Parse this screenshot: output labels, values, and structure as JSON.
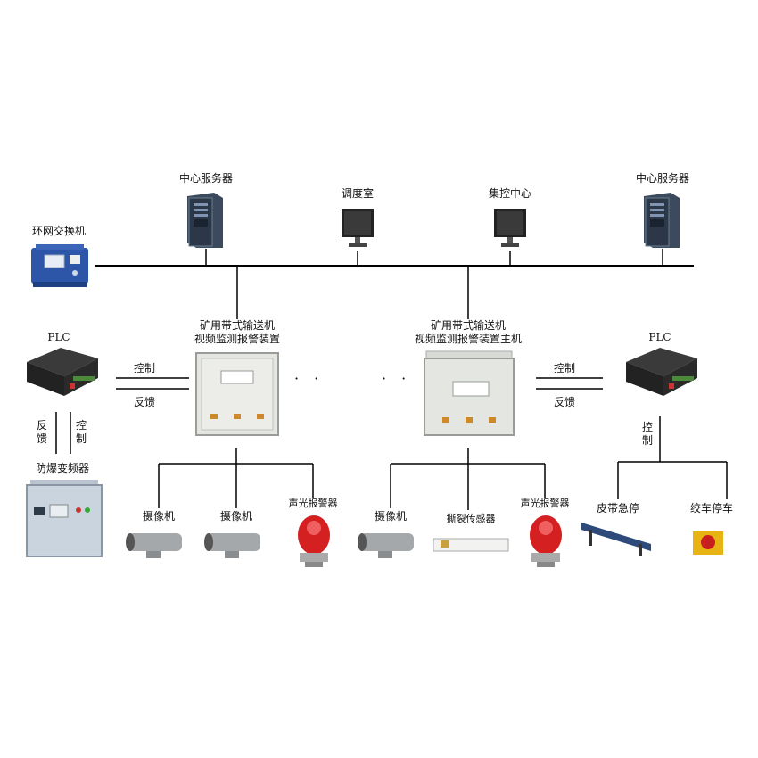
{
  "nodes": {
    "ring_switch": "环网交换机",
    "center_server_left": "中心服务器",
    "dispatch_room": "调度室",
    "control_center": "集控中心",
    "center_server_right": "中心服务器",
    "plc_left": "PLC",
    "plc_right": "PLC",
    "device_left": "矿用带式输送机\n视频监测报警装置",
    "device_right": "矿用带式输送机\n视频监测报警装置主机",
    "inverter": "防爆变频器",
    "camera_1": "摄像机",
    "camera_2": "摄像机",
    "alarm_1": "声光报警器",
    "camera_3": "摄像机",
    "tear_sensor": "撕裂传感器",
    "alarm_2": "声光报警器",
    "belt_stop": "皮带急停",
    "winch_stop": "绞车停车"
  },
  "links": {
    "control": "控制",
    "feedback": "反馈"
  },
  "ellipsis": "· ·"
}
